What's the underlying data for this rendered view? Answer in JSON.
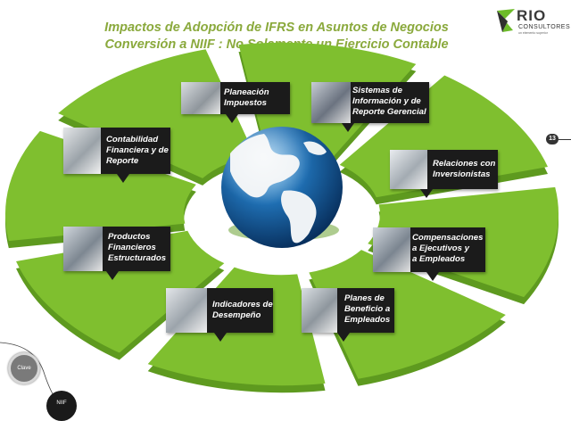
{
  "title_line1": "Impactos de Adopción de IFRS en Asuntos de Negocios",
  "title_line2": "Conversión a NIIF : No Solamente un Ejercicio Contable",
  "logo": {
    "name": "RIO",
    "subtitle": "CONSULTORES",
    "tagline": "un elemento superior"
  },
  "page_number": "13",
  "colors": {
    "title": "#8aa93c",
    "wedge": "#7fbf2f",
    "wedge_dark": "#5e9a1f",
    "box": "#1b1b1b",
    "globe_ocean": "#1f6fb3",
    "globe_land": "#eef2f5"
  },
  "icons": [
    "globe-icon",
    "logo-swoosh-icon"
  ],
  "boxes": [
    {
      "id": "planeacion",
      "label": "Planeación\nImpuestos"
    },
    {
      "id": "sistemas",
      "label": "Sistemas de\nInformación y de\nReporte Gerencial"
    },
    {
      "id": "contabilidad",
      "label": "Contabilidad\nFinanciera y de\nReporte"
    },
    {
      "id": "relaciones",
      "label": "Relaciones con\nInversionistas"
    },
    {
      "id": "productos",
      "label": "Productos\nFinancieros\nEstructurados"
    },
    {
      "id": "compensaciones",
      "label": "Compensaciones\na Ejecutivos y\na Empleados"
    },
    {
      "id": "indicadores",
      "label": "Indicadores de\nDesempeño"
    },
    {
      "id": "planes",
      "label": "Planes de\nBeneficio a\nEmpleados"
    }
  ],
  "nav": {
    "clave": "Clave",
    "niif": "NIIF"
  }
}
